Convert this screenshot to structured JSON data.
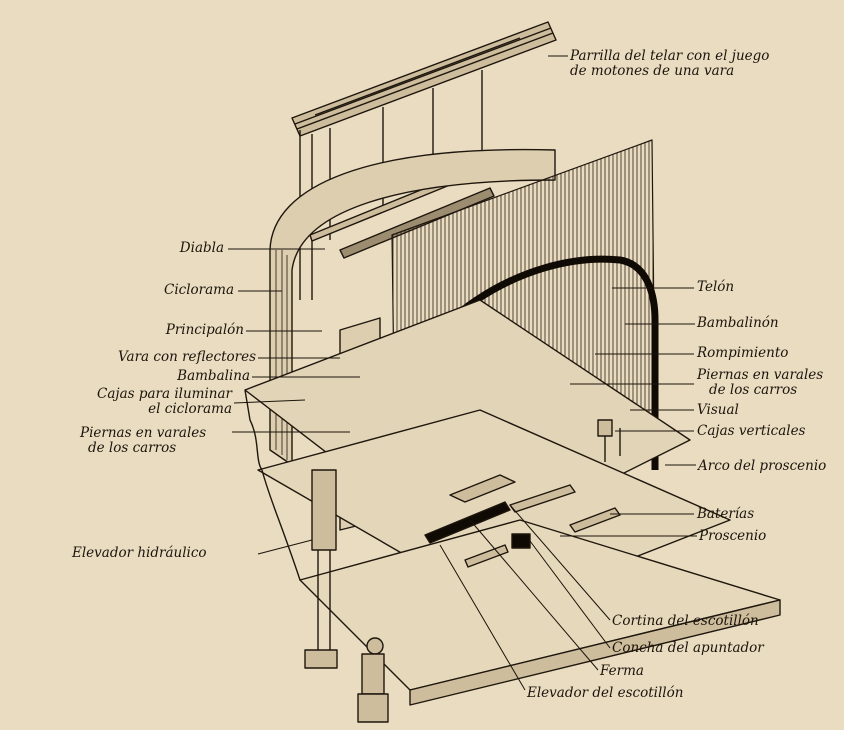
{
  "labels": {
    "parrilla": [
      "Parrilla del telar con el juego",
      "de motones de una vara"
    ],
    "diabla": "Diabla",
    "ciclorama": "Ciclorama",
    "principalon": "Principalón",
    "vara": "Vara con reflectores",
    "bambalina": "Bambalina",
    "cajas_ciclorama": [
      "Cajas para iluminar",
      "el ciclorama"
    ],
    "piernas_izq": [
      "Piernas en varales",
      "de los carros"
    ],
    "elevador_hidraulico": "Elevador hidráulico",
    "telon": "Telón",
    "bambalinon": "Bambalinón",
    "rompimiento": "Rompimiento",
    "piernas_der": [
      "Piernas en varales",
      "de los carros"
    ],
    "visual": "Visual",
    "cajas_verticales": "Cajas verticales",
    "arco": "Arco del proscenio",
    "baterias": "Baterías",
    "proscenio": "Proscenio",
    "cortina": "Cortina del escotillón",
    "concha": "Concha del apuntador",
    "ferma": "Ferma",
    "elevador_escotillon": "Elevador del escotillón"
  },
  "colors": {
    "paper": "#e9dcc0",
    "ink": "#1b140c"
  }
}
